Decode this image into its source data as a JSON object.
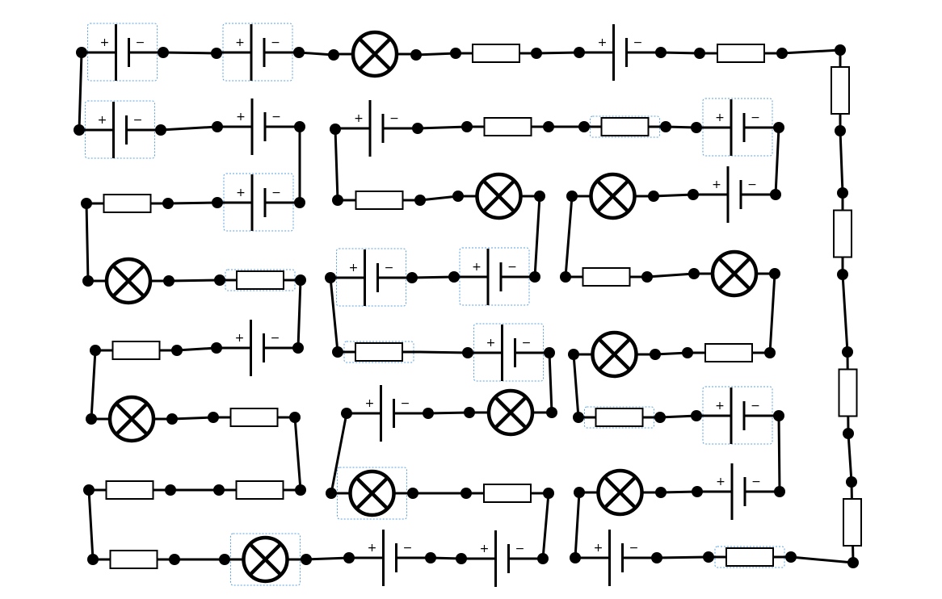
{
  "diagram": {
    "battery_plus": "+",
    "battery_minus": "−",
    "component_types": [
      "battery",
      "resistor",
      "lamp",
      "junction-node",
      "wire"
    ],
    "highlight_color": "#5aa0e0",
    "ink_color": "#000000"
  }
}
